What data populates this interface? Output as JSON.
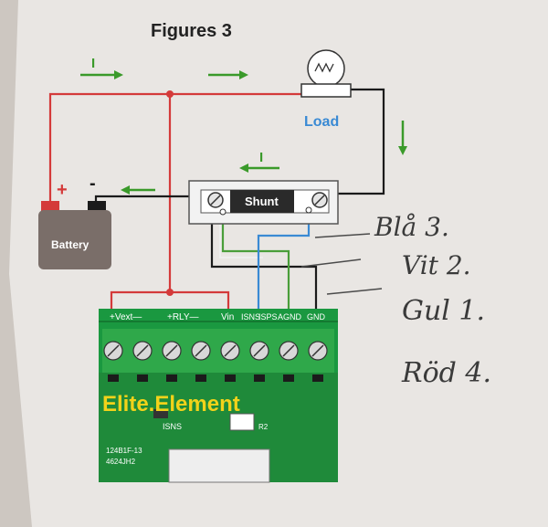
{
  "title": "Figures 3",
  "labels": {
    "load": "Load",
    "battery": "Battery",
    "shunt": "Shunt",
    "plus": "+",
    "minus": "-",
    "current": "I"
  },
  "board": {
    "brand": "Elite.Element",
    "terminals_header": "+Vext— | —+RLY— | Vin ISNS ISPS AGND GND",
    "term_vext": "+Vext—",
    "term_rly": "+RLY—",
    "term_vin": "Vin",
    "term_isns": "ISNS",
    "term_isps": "ISPS",
    "term_agnd": "AGND",
    "term_gnd": "GND",
    "isns_label": "ISNS",
    "r2_label": "R2",
    "code_1": "124B1F-13",
    "code_2": "4624JH2"
  },
  "handwritten": {
    "line1": "Blå 3.",
    "line2": "Vit 2.",
    "line3": "Gul 1.",
    "line4": "Röd 4."
  },
  "colors": {
    "paper": "#e9e6e3",
    "red_wire": "#d43a3a",
    "black_wire": "#1b1b1b",
    "green_wire": "#4a9e3a",
    "blue_wire": "#3a8ad4",
    "white_wire": "#dcdcdc",
    "arrow_green": "#3a9a2a",
    "load_text": "#3a8ad4",
    "board_green": "#1f8a3a",
    "brand_yellow": "#f2d21a",
    "battery_body": "#7a6e69"
  }
}
